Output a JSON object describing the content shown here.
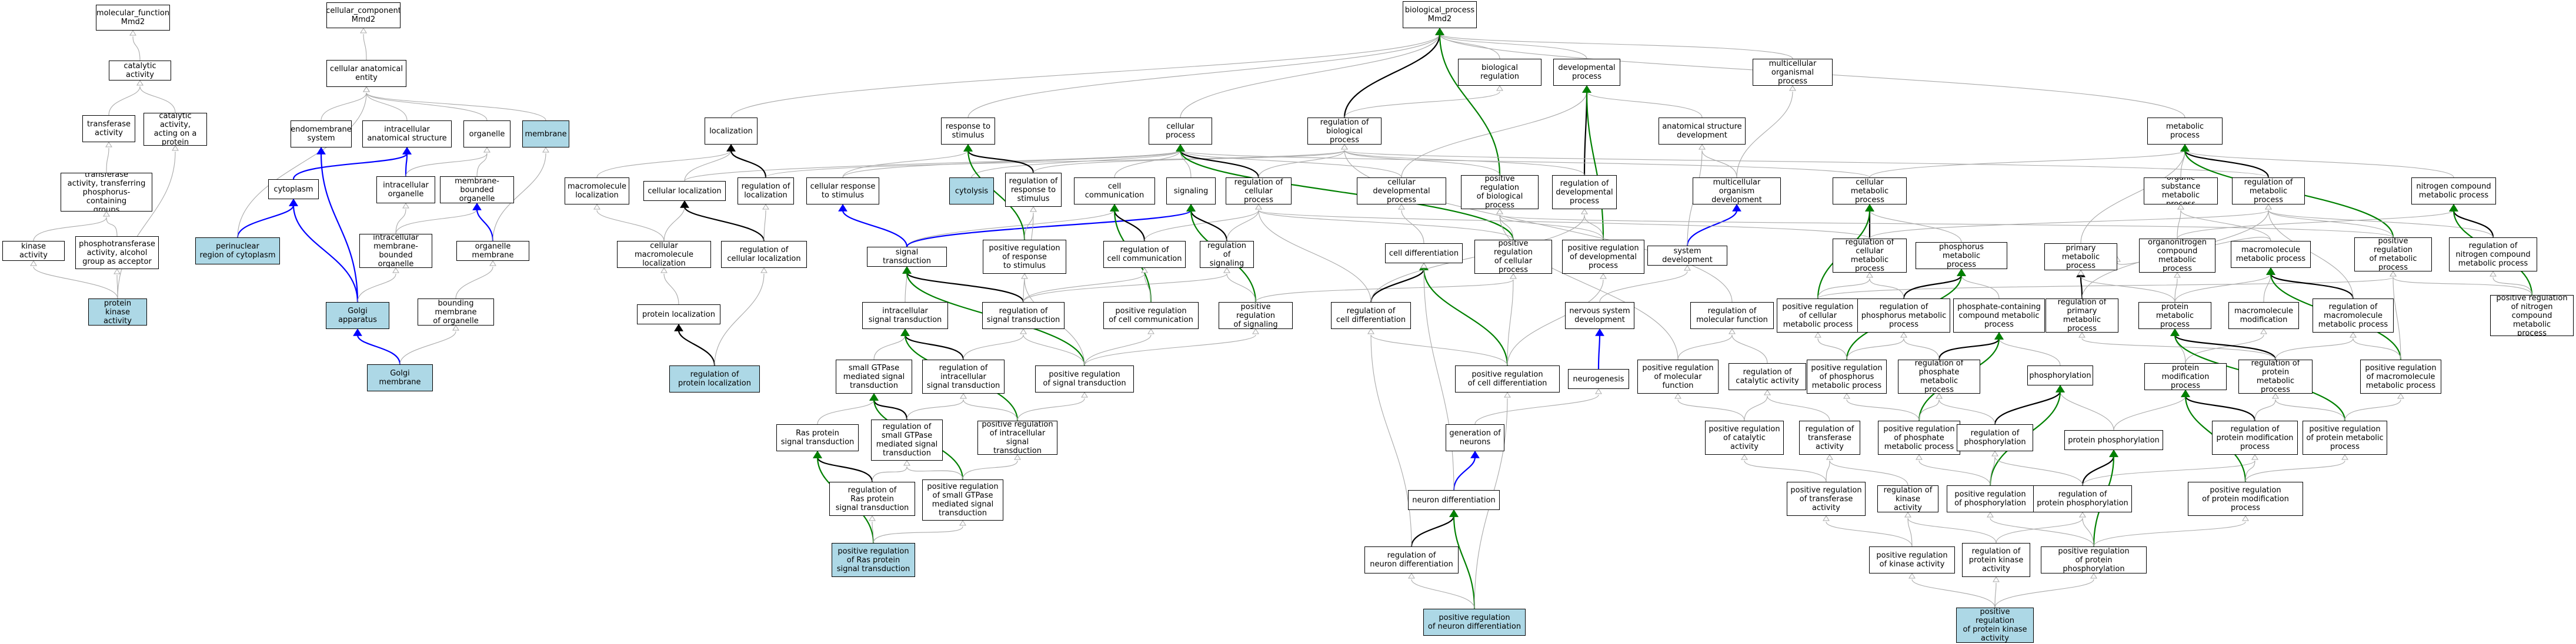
{
  "colors": {
    "highlight_fill": "#add8e6",
    "is_a_edge": "#a9a9a9",
    "part_of_edge": "#0000ff",
    "regulates_edge": "#000000",
    "positively_regulates_edge": "#008000"
  },
  "nodes": {
    "molecular_function": {
      "label": "molecular_function\nMmd2",
      "highlight": false
    },
    "catalytic_activity": {
      "label": "catalytic activity",
      "highlight": false
    },
    "transferase_activity": {
      "label": "transferase\nactivity",
      "highlight": false
    },
    "catalytic_alcohol": {
      "label": "catalytic activity,\nacting on a\nprotein",
      "highlight": false
    },
    "transferase_phospho": {
      "label": "transferase\nactivity, transferring\nphosphorus-containing\ngroups",
      "highlight": false
    },
    "kinase_activity": {
      "label": "kinase activity",
      "highlight": false
    },
    "phosphotransferase": {
      "label": "phosphotransferase\nactivity, alcohol\ngroup as acceptor",
      "highlight": false
    },
    "protein_kinase_activity": {
      "label": "protein kinase\nactivity",
      "highlight": true
    },
    "cellular_component": {
      "label": "cellular_component\nMmd2",
      "highlight": false
    },
    "cellular_anatomical_entity": {
      "label": "cellular anatomical\nentity",
      "highlight": false
    },
    "endomembrane_system": {
      "label": "endomembrane\nsystem",
      "highlight": false
    },
    "intracellular_anatomical": {
      "label": "intracellular\nanatomical structure",
      "highlight": false
    },
    "organelle": {
      "label": "organelle",
      "highlight": false
    },
    "membrane": {
      "label": "membrane",
      "highlight": true
    },
    "cytoplasm": {
      "label": "cytoplasm",
      "highlight": false
    },
    "intracellular_organelle": {
      "label": "intracellular\norganelle",
      "highlight": false
    },
    "membrane_bounded_organelle": {
      "label": "membrane-bounded\norganelle",
      "highlight": false
    },
    "perinuclear_region": {
      "label": "perinuclear\nregion of cytoplasm",
      "highlight": true
    },
    "intracellular_membrane_bounded": {
      "label": "intracellular\nmembrane-bounded\norganelle",
      "highlight": false
    },
    "organelle_membrane": {
      "label": "organelle membrane",
      "highlight": false
    },
    "golgi_apparatus": {
      "label": "Golgi apparatus",
      "highlight": true
    },
    "bounding_membrane": {
      "label": "bounding membrane\nof organelle",
      "highlight": false
    },
    "golgi_membrane": {
      "label": "Golgi membrane",
      "highlight": true
    },
    "biological_process": {
      "label": "biological_process\nMmd2",
      "highlight": false
    },
    "localization": {
      "label": "localization",
      "highlight": false
    },
    "response_to_stimulus": {
      "label": "response to\nstimulus",
      "highlight": false
    },
    "cellular_process": {
      "label": "cellular process",
      "highlight": false
    },
    "regulation_bio_process": {
      "label": "regulation of\nbiological process",
      "highlight": false
    },
    "biological_regulation": {
      "label": "biological regulation",
      "highlight": false
    },
    "developmental_process": {
      "label": "developmental\nprocess",
      "highlight": false
    },
    "multicellular_organismal": {
      "label": "multicellular\norganismal process",
      "highlight": false
    },
    "metabolic_process": {
      "label": "metabolic process",
      "highlight": false
    },
    "macromolecule_localization": {
      "label": "macromolecule\nlocalization",
      "highlight": false
    },
    "cellular_localization": {
      "label": "cellular localization",
      "highlight": false
    },
    "regulation_localization": {
      "label": "regulation of\nlocalization",
      "highlight": false
    },
    "cellular_response_stimulus": {
      "label": "cellular response\nto stimulus",
      "highlight": false
    },
    "cytolysis": {
      "label": "cytolysis",
      "highlight": true
    },
    "regulation_response_stimulus": {
      "label": "regulation of\nresponse to\nstimulus",
      "highlight": false
    },
    "cell_communication": {
      "label": "cell communication",
      "highlight": false
    },
    "signaling": {
      "label": "signaling",
      "highlight": false
    },
    "regulation_cellular_process": {
      "label": "regulation of\ncellular process",
      "highlight": false
    },
    "cellular_developmental_process": {
      "label": "cellular developmental\nprocess",
      "highlight": false
    },
    "positive_reg_bio_process": {
      "label": "positive regulation\nof biological\nprocess",
      "highlight": false
    },
    "regulation_developmental_process": {
      "label": "regulation of\ndevelopmental\nprocess",
      "highlight": false
    },
    "anatomical_structure_development": {
      "label": "anatomical structure\ndevelopment",
      "highlight": false
    },
    "multicellular_organism_development": {
      "label": "multicellular\norganism development",
      "highlight": false
    },
    "cellular_metabolic_process": {
      "label": "cellular metabolic\nprocess",
      "highlight": false
    },
    "organic_substance_metabolic": {
      "label": "organic substance\nmetabolic process",
      "highlight": false
    },
    "regulation_metabolic_process": {
      "label": "regulation of\nmetabolic process",
      "highlight": false
    },
    "nitrogen_compound_metabolic": {
      "label": "nitrogen compound\nmetabolic process",
      "highlight": false
    },
    "cellular_macromolecule_localization": {
      "label": "cellular macromolecule\nlocalization",
      "highlight": false
    },
    "regulation_cellular_localization": {
      "label": "regulation of\ncellular localization",
      "highlight": false
    },
    "signal_transduction": {
      "label": "signal transduction",
      "highlight": false
    },
    "positive_reg_response_stimulus": {
      "label": "positive regulation\nof response\nto stimulus",
      "highlight": false
    },
    "regulation_cell_communication": {
      "label": "regulation of\ncell communication",
      "highlight": false
    },
    "regulation_signaling": {
      "label": "regulation of\nsignaling",
      "highlight": false
    },
    "cell_differentiation": {
      "label": "cell differentiation",
      "highlight": false
    },
    "positive_reg_cellular_process": {
      "label": "positive regulation\nof cellular\nprocess",
      "highlight": false
    },
    "positive_reg_developmental_process": {
      "label": "positive regulation\nof developmental\nprocess",
      "highlight": false
    },
    "system_development": {
      "label": "system development",
      "highlight": false
    },
    "regulation_cellular_metabolic": {
      "label": "regulation of\ncellular metabolic\nprocess",
      "highlight": false
    },
    "phosphorus_metabolic": {
      "label": "phosphorus metabolic\nprocess",
      "highlight": false
    },
    "primary_metabolic": {
      "label": "primary metabolic\nprocess",
      "highlight": false
    },
    "organonitrogen_compound": {
      "label": "organonitrogen\ncompound metabolic\nprocess",
      "highlight": false
    },
    "macromolecule_metabolic": {
      "label": "macromolecule\nmetabolic process",
      "highlight": false
    },
    "positive_reg_metabolic": {
      "label": "positive regulation\nof metabolic\nprocess",
      "highlight": false
    },
    "regulation_nitrogen_compound": {
      "label": "regulation of\nnitrogen compound\nmetabolic process",
      "highlight": false
    },
    "protein_localization": {
      "label": "protein localization",
      "highlight": false
    },
    "regulation_protein_localization": {
      "label": "regulation of\nprotein localization",
      "highlight": true
    },
    "intracellular_signal_transduction": {
      "label": "intracellular\nsignal transduction",
      "highlight": false
    },
    "regulation_signal_transduction": {
      "label": "regulation of\nsignal transduction",
      "highlight": false
    },
    "positive_reg_cell_communication": {
      "label": "positive regulation\nof cell communication",
      "highlight": false
    },
    "positive_reg_signaling": {
      "label": "positive regulation\nof signaling",
      "highlight": false
    },
    "regulation_cell_differentiation": {
      "label": "regulation of\ncell differentiation",
      "highlight": false
    },
    "nervous_system_development": {
      "label": "nervous system\ndevelopment",
      "highlight": false
    },
    "regulation_molecular_function": {
      "label": "regulation of\nmolecular function",
      "highlight": false
    },
    "positive_reg_cellular_metabolic": {
      "label": "positive regulation\nof cellular\nmetabolic process",
      "highlight": false
    },
    "regulation_phosphorus_metabolic": {
      "label": "regulation of\nphosphorus metabolic\nprocess",
      "highlight": false
    },
    "phosphate_containing": {
      "label": "phosphate-containing\ncompound metabolic\nprocess",
      "highlight": false
    },
    "regulation_primary_metabolic": {
      "label": "regulation of\nprimary metabolic\nprocess",
      "highlight": false
    },
    "protein_metabolic": {
      "label": "protein metabolic\nprocess",
      "highlight": false
    },
    "macromolecule_modification": {
      "label": "macromolecule\nmodification",
      "highlight": false
    },
    "regulation_macromolecule_metabolic": {
      "label": "regulation of\nmacromolecule\nmetabolic process",
      "highlight": false
    },
    "positive_reg_nitrogen_compound": {
      "label": "positive regulation\nof nitrogen\ncompound metabolic\nprocess",
      "highlight": false
    },
    "small_gtpase": {
      "label": "small GTPase\nmediated signal\ntransduction",
      "highlight": false
    },
    "regulation_intracellular_signal": {
      "label": "regulation of\nintracellular\nsignal transduction",
      "highlight": false
    },
    "positive_reg_signal_transduction": {
      "label": "positive regulation\nof signal transduction",
      "highlight": false
    },
    "positive_reg_cell_differentiation": {
      "label": "positive regulation\nof cell differentiation",
      "highlight": false
    },
    "neurogenesis": {
      "label": "neurogenesis",
      "highlight": false
    },
    "positive_reg_molecular_function": {
      "label": "positive regulation\nof molecular\nfunction",
      "highlight": false
    },
    "regulation_catalytic_activity": {
      "label": "regulation of\ncatalytic activity",
      "highlight": false
    },
    "positive_reg_phosphorus_metabolic": {
      "label": "positive regulation\nof phosphorus\nmetabolic process",
      "highlight": false
    },
    "regulation_phosphate_metabolic": {
      "label": "regulation of\nphosphate metabolic\nprocess",
      "highlight": false
    },
    "phosphorylation": {
      "label": "phosphorylation",
      "highlight": false
    },
    "protein_modification": {
      "label": "protein modification\nprocess",
      "highlight": false
    },
    "regulation_protein_metabolic": {
      "label": "regulation of\nprotein metabolic\nprocess",
      "highlight": false
    },
    "positive_reg_macromolecule_metabolic": {
      "label": "positive regulation\nof macromolecule\nmetabolic process",
      "highlight": false
    },
    "ras_protein_signal": {
      "label": "Ras protein\nsignal transduction",
      "highlight": false
    },
    "regulation_small_gtpase": {
      "label": "regulation of\nsmall GTPase\nmediated signal\ntransduction",
      "highlight": false
    },
    "positive_reg_intracellular_signal": {
      "label": "positive regulation\nof intracellular\nsignal transduction",
      "highlight": false
    },
    "generation_of_neurons": {
      "label": "generation of\nneurons",
      "highlight": false
    },
    "positive_reg_catalytic_activity": {
      "label": "positive regulation\nof catalytic\nactivity",
      "highlight": false
    },
    "regulation_transferase_activity": {
      "label": "regulation of\ntransferase\nactivity",
      "highlight": false
    },
    "positive_reg_phosphate_metabolic": {
      "label": "positive regulation\nof phosphate\nmetabolic process",
      "highlight": false
    },
    "regulation_phosphorylation": {
      "label": "regulation of\nphosphorylation",
      "highlight": false
    },
    "protein_phosphorylation": {
      "label": "protein phosphorylation",
      "highlight": false
    },
    "regulation_protein_modification": {
      "label": "regulation of\nprotein modification\nprocess",
      "highlight": false
    },
    "positive_reg_protein_metabolic": {
      "label": "positive regulation\nof protein metabolic\nprocess",
      "highlight": false
    },
    "regulation_ras_protein": {
      "label": "regulation of\nRas protein\nsignal transduction",
      "highlight": false
    },
    "positive_reg_small_gtpase": {
      "label": "positive regulation\nof small GTPase\nmediated signal\ntransduction",
      "highlight": false
    },
    "neuron_differentiation": {
      "label": "neuron differentiation",
      "highlight": false
    },
    "positive_reg_transferase_activity": {
      "label": "positive regulation\nof transferase\nactivity",
      "highlight": false
    },
    "regulation_kinase_activity": {
      "label": "regulation of\nkinase activity",
      "highlight": false
    },
    "positive_reg_phosphorylation": {
      "label": "positive regulation\nof phosphorylation",
      "highlight": false
    },
    "regulation_protein_phosphorylation": {
      "label": "regulation of\nprotein phosphorylation",
      "highlight": false
    },
    "positive_reg_protein_modification": {
      "label": "positive regulation\nof protein modification\nprocess",
      "highlight": false
    },
    "positive_reg_ras_protein": {
      "label": "positive regulation\nof Ras protein\nsignal transduction",
      "highlight": true
    },
    "regulation_neuron_differentiation": {
      "label": "regulation of\nneuron differentiation",
      "highlight": false
    },
    "positive_reg_kinase_activity": {
      "label": "positive regulation\nof kinase activity",
      "highlight": false
    },
    "regulation_protein_kinase_activity": {
      "label": "regulation of\nprotein kinase\nactivity",
      "highlight": false
    },
    "positive_reg_protein_phosphorylation": {
      "label": "positive regulation\nof protein phosphorylation",
      "highlight": false
    },
    "positive_reg_neuron_differentiation": {
      "label": "positive regulation\nof neuron differentiation",
      "highlight": true
    },
    "positive_reg_protein_kinase_activity": {
      "label": "positive regulation\nof protein kinase\nactivity",
      "highlight": true
    }
  }
}
